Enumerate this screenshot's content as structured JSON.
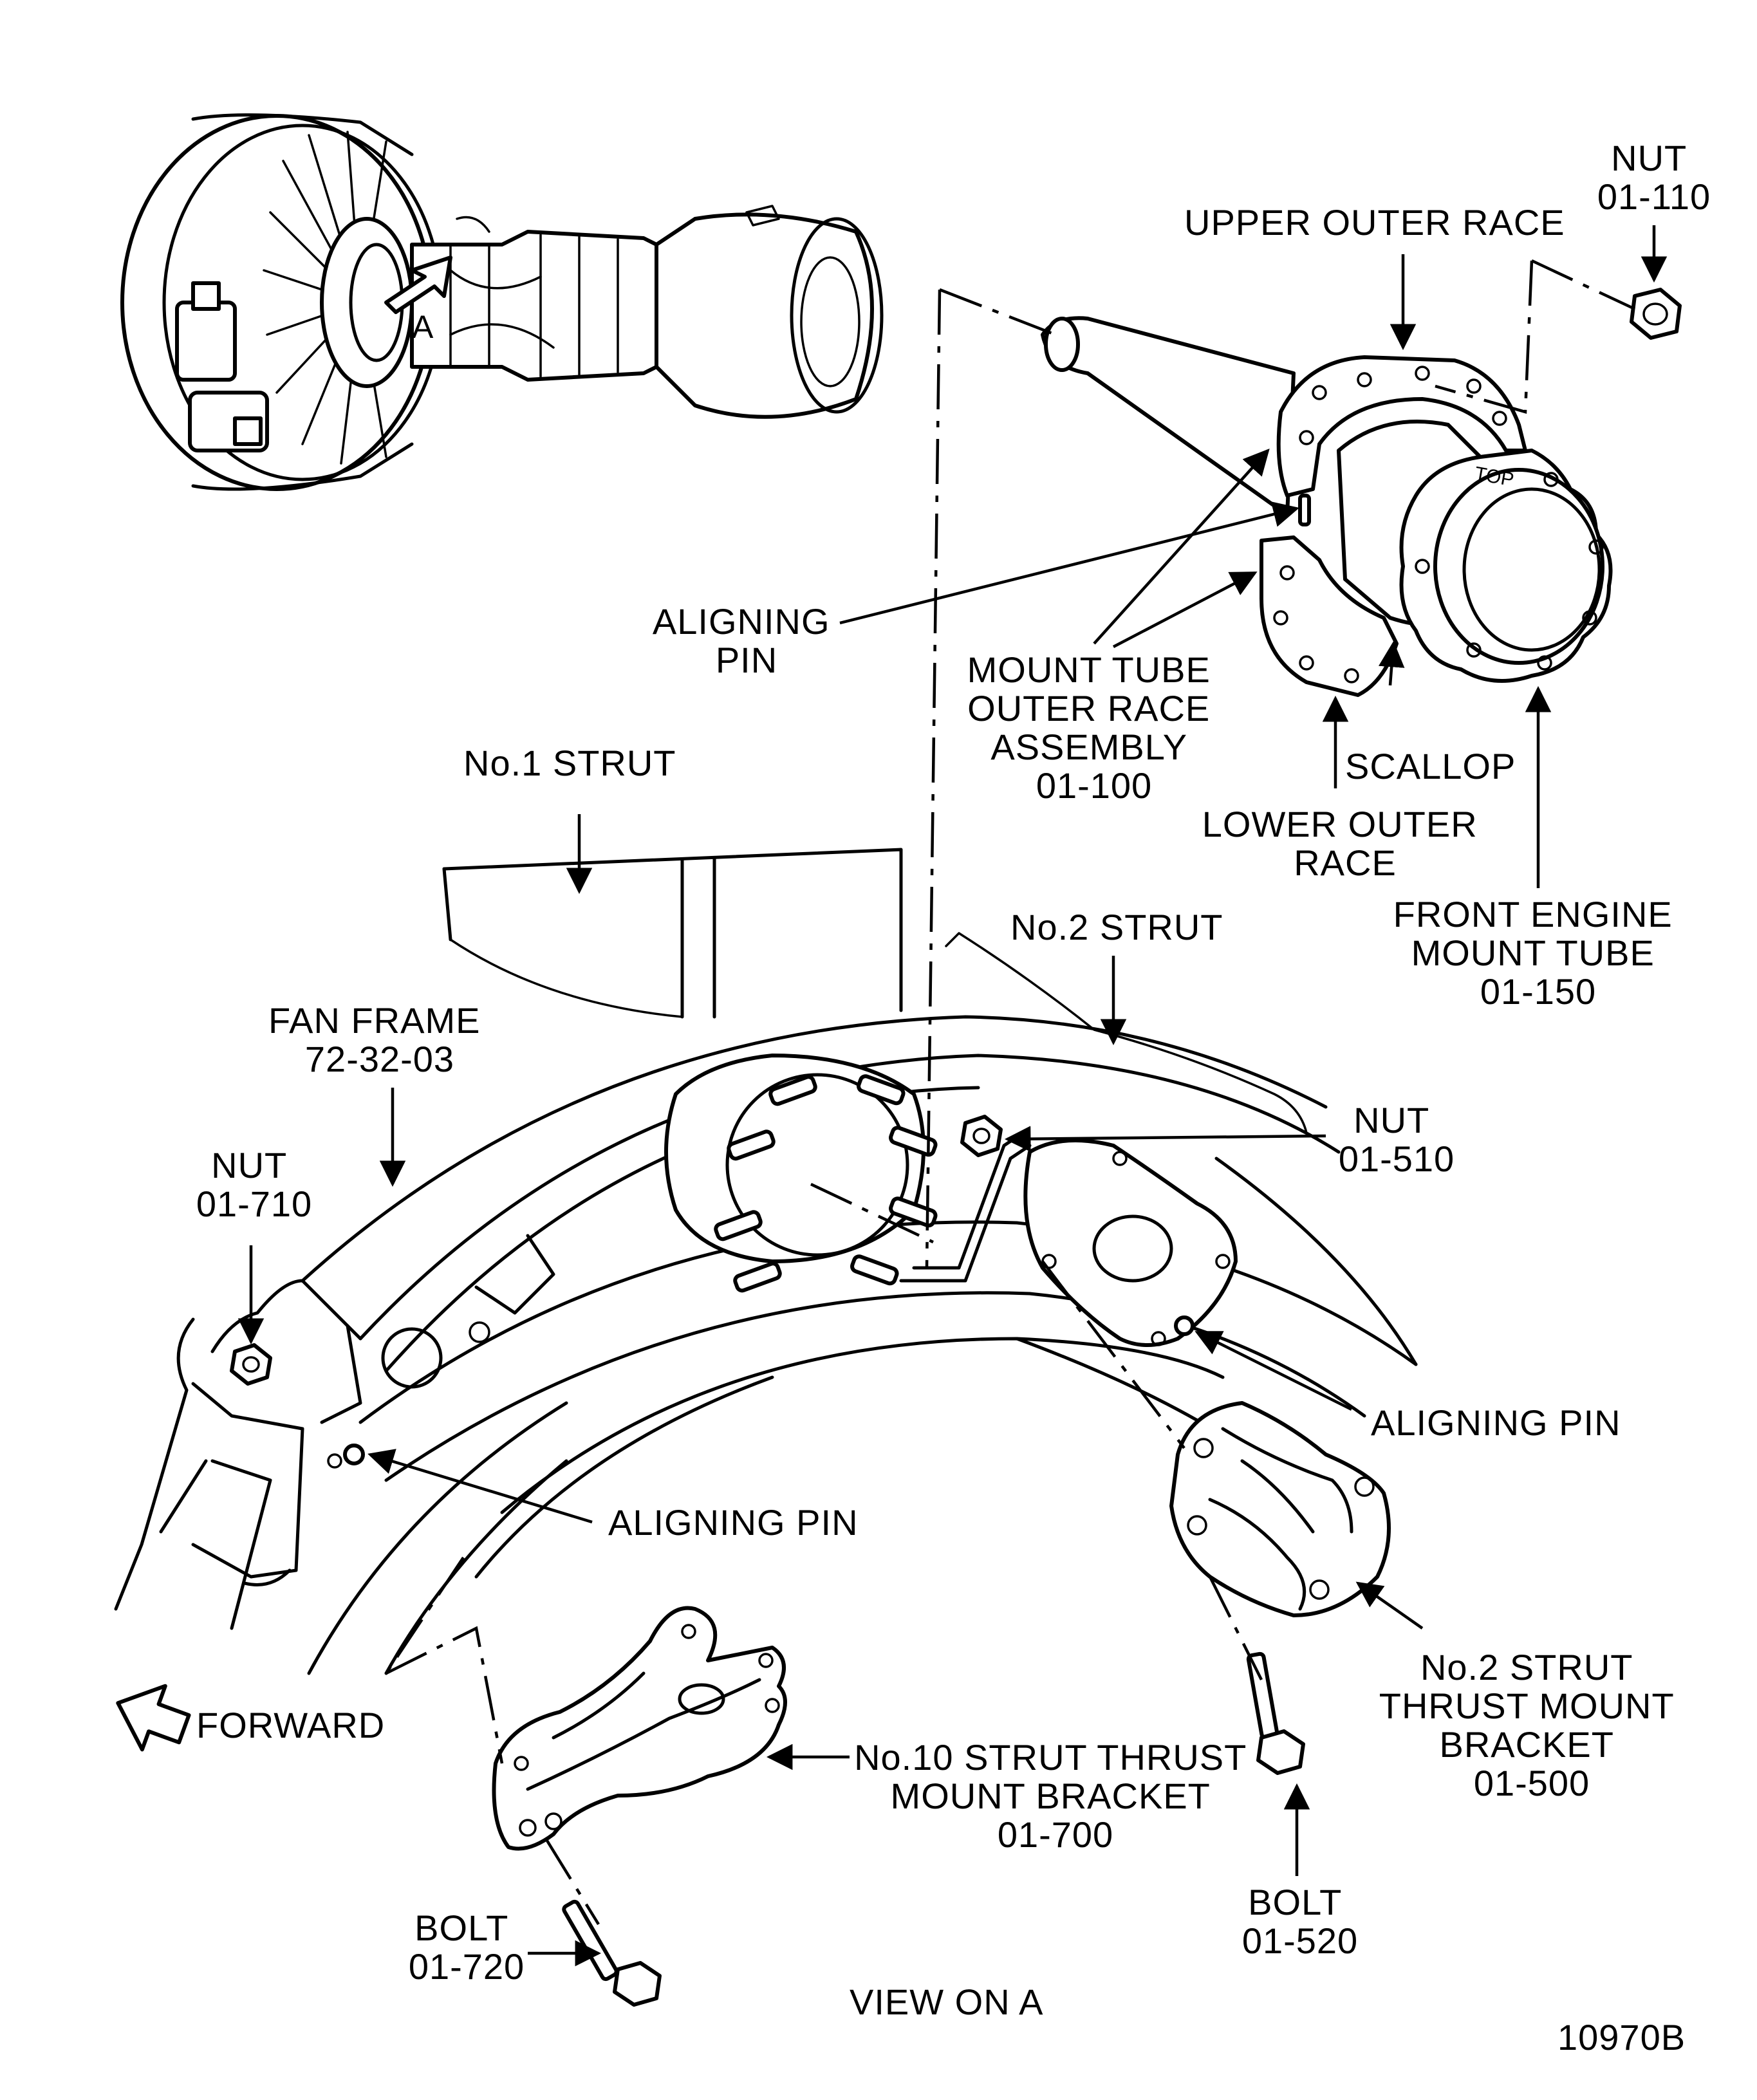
{
  "labels": {
    "nut_110": [
      "NUT",
      "01-110"
    ],
    "upper_outer_race": "UPPER OUTER RACE",
    "aligning_pin_top": [
      "ALIGNING",
      "PIN"
    ],
    "mount_tube_outer_race": [
      "MOUNT TUBE",
      "OUTER RACE",
      "ASSEMBLY",
      "01-100"
    ],
    "scallop": "SCALLOP",
    "lower_outer_race": [
      "LOWER OUTER",
      "RACE"
    ],
    "front_engine_mount_tube": [
      "FRONT ENGINE",
      "MOUNT TUBE",
      "01-150"
    ],
    "no1_strut": "No.1 STRUT",
    "no2_strut": "No.2 STRUT",
    "fan_frame": [
      "FAN FRAME",
      "72-32-03"
    ],
    "nut_510": [
      "NUT",
      "01-510"
    ],
    "nut_710": [
      "NUT",
      "01-710"
    ],
    "aligning_pin_right": "ALIGNING PIN",
    "aligning_pin_left": "ALIGNING PIN",
    "forward": "FORWARD",
    "no10_bracket": [
      "No.10 STRUT THRUST",
      "MOUNT BRACKET",
      "01-700"
    ],
    "no2_bracket": [
      "No.2 STRUT",
      "THRUST MOUNT",
      "BRACKET",
      "01-500"
    ],
    "bolt_520": [
      "BOLT",
      "01-520"
    ],
    "bolt_720": [
      "BOLT",
      "01-720"
    ],
    "view_on_a": "VIEW ON A",
    "drawing_number": "10970B",
    "view_marker": "A",
    "tube_stamp": "TOP"
  }
}
